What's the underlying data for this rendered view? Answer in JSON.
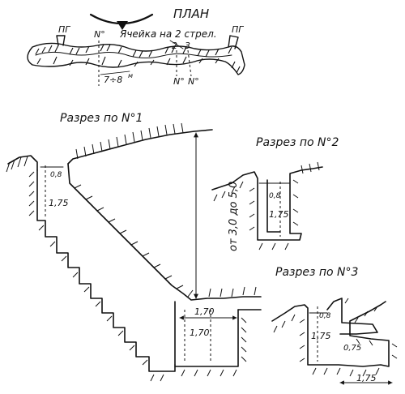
{
  "plan": {
    "title": "ПЛАН",
    "cell_label": "Ячейка на 2 стрел.",
    "pg_left": "ПГ",
    "pg_right": "ПГ",
    "num_1": "N°",
    "num_2": "2",
    "num_3": "3",
    "num_2_marker": "N°",
    "num_3_marker": "N°",
    "distance": "7÷8",
    "distance_unit": "м"
  },
  "section1": {
    "title": "Разрез по N°1",
    "dim_top": "0,8",
    "dim_mid": "1,75",
    "depth_range": "от 3,0 до 5,0",
    "dim_bottom_top": "1,70",
    "dim_bottom_side": "1,70"
  },
  "section2": {
    "title": "Разрез по N°2",
    "dim_top": "0,8",
    "dim_mid": "1,75"
  },
  "section3": {
    "title": "Разрез по N°3",
    "dim_top": "0,8",
    "dim_mid": "1,75",
    "dim_inner": "0,75",
    "dim_bottom": "1,75"
  }
}
